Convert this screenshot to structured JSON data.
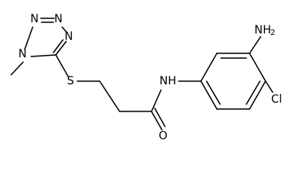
{
  "structure": {
    "atoms": {
      "tetrazole_n1": "N",
      "tetrazole_n2": "N",
      "tetrazole_n3": "N",
      "tetrazole_n4": "N",
      "sulfur": "S",
      "amide_n": "NH",
      "carbonyl_o": "O",
      "amino_group_main": "NH",
      "amino_group_subscript": "2",
      "chlorine": "Cl"
    }
  }
}
